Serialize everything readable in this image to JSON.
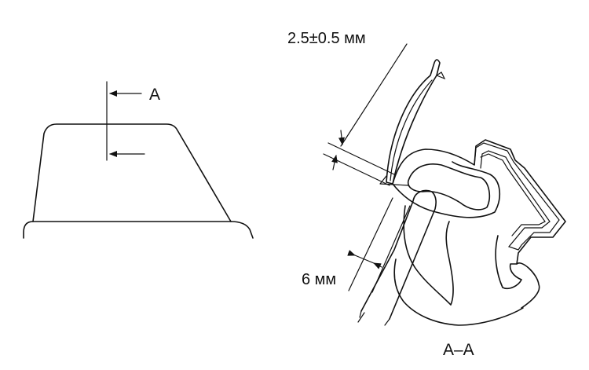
{
  "labels": {
    "section_mark": "A",
    "gap_dimension": "2.5±0.5 мм",
    "depth_dimension": "6 мм",
    "section_caption": "A–A"
  },
  "colors": {
    "line": "#111111",
    "background": "#ffffff"
  }
}
